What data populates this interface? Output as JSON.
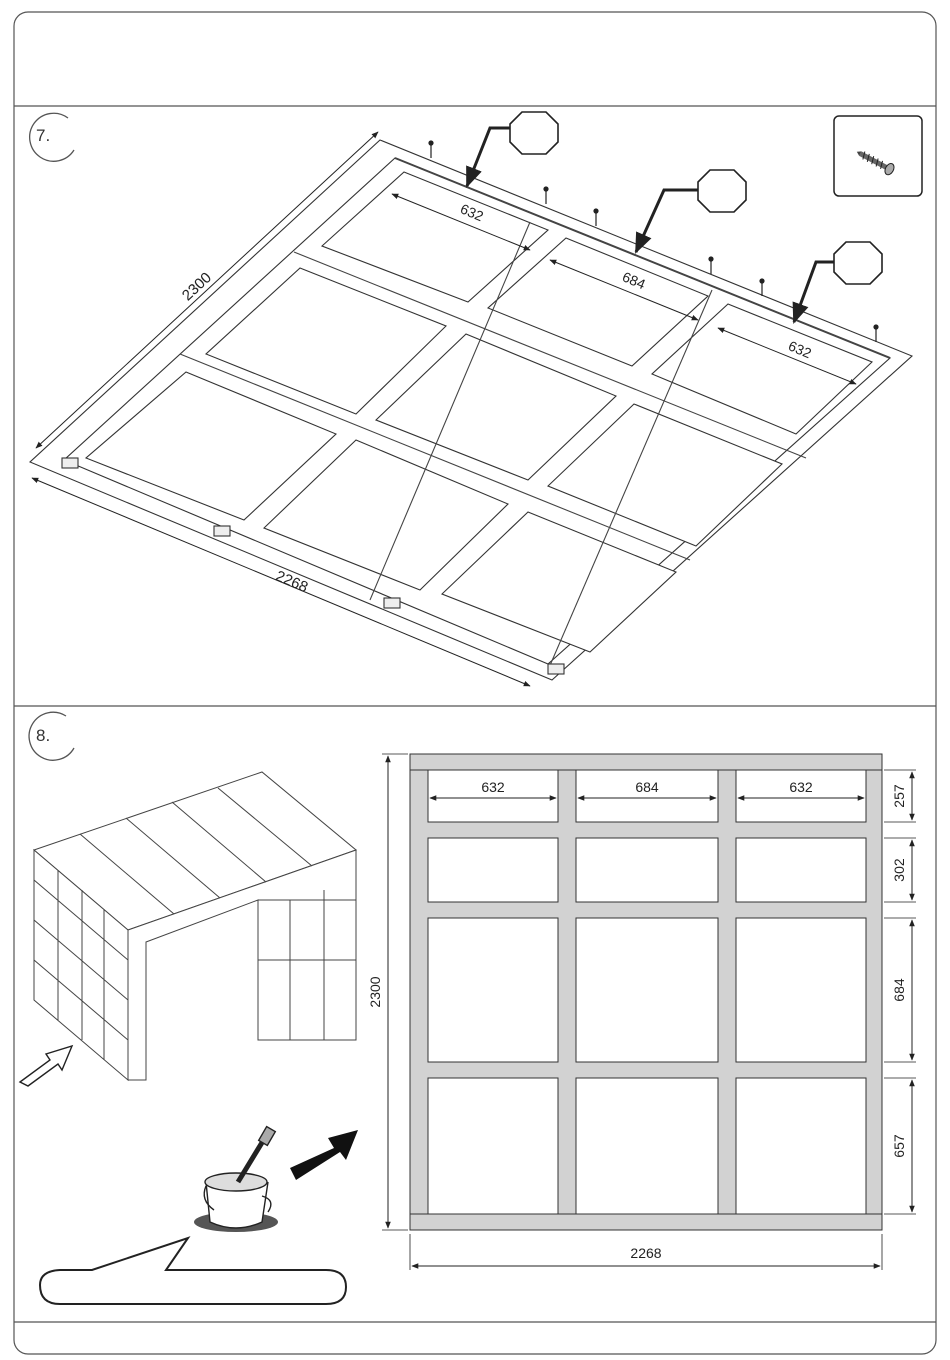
{
  "steps": [
    {
      "number": "7."
    },
    {
      "number": "8."
    }
  ],
  "step7": {
    "dims": {
      "width": "2268",
      "depth": "2300",
      "bay_left": "632",
      "bay_middle": "684",
      "bay_right": "632"
    },
    "part_callouts": [
      "",
      "",
      ""
    ],
    "screw_icon": "screw-icon"
  },
  "step8": {
    "top_widths": [
      "632",
      "684",
      "632"
    ],
    "right_heights": [
      "257",
      "302",
      "684",
      "657"
    ],
    "overall_height": "2300",
    "overall_width": "2268",
    "paint_note": ""
  }
}
